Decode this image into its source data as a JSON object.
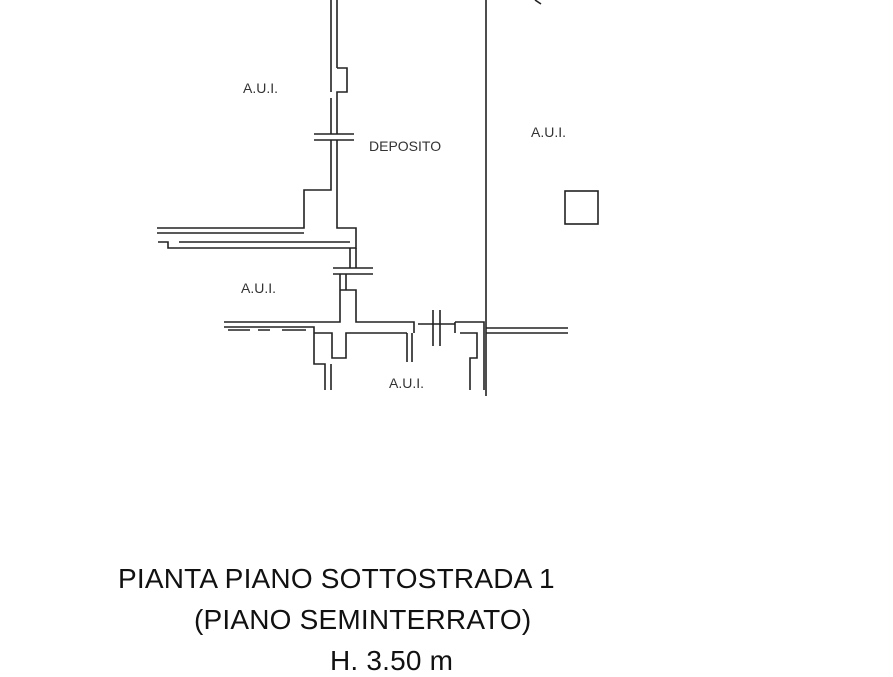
{
  "plan": {
    "rooms": [
      {
        "id": "aui-top-left",
        "label": "A.U.I."
      },
      {
        "id": "deposito",
        "label": "DEPOSITO"
      },
      {
        "id": "aui-right",
        "label": "A.U.I."
      },
      {
        "id": "aui-mid-left",
        "label": "A.U.I."
      },
      {
        "id": "aui-bottom",
        "label": "A.U.I."
      }
    ]
  },
  "caption": {
    "line1": "PIANTA PIANO SOTTOSTRADA 1",
    "line2": "(PIANO SEMINTERRATO)",
    "line3": "H. 3.50 m"
  }
}
